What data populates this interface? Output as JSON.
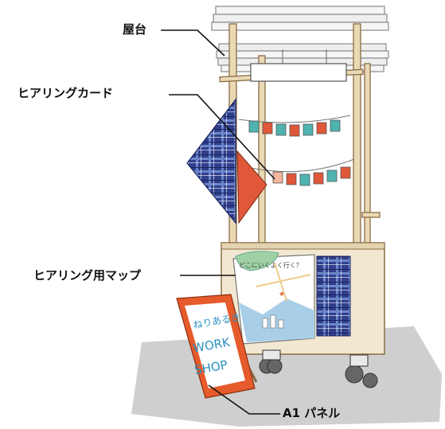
{
  "labels": {
    "stall": "屋台",
    "hearing_card": "ヒアリングカード",
    "hearing_map": "ヒアリング用マップ",
    "a1_panel": "A1 パネル"
  },
  "map": {
    "speech_text": "どこにいくよく行く？"
  },
  "sign": {
    "line1": "ねりあるき",
    "line2": "WORK",
    "line3": "SHOP"
  },
  "colors": {
    "wood": "#ead9b5",
    "wood_outline": "#8a6d45",
    "cart_body": "#f2e8d2",
    "plaid_blue": "#2f3f8c",
    "bunting_teal": "#4fb3b0",
    "bunting_red": "#e0573a",
    "sign_orange": "#e65b2b",
    "shadow_gray": "#c9c9c9"
  }
}
